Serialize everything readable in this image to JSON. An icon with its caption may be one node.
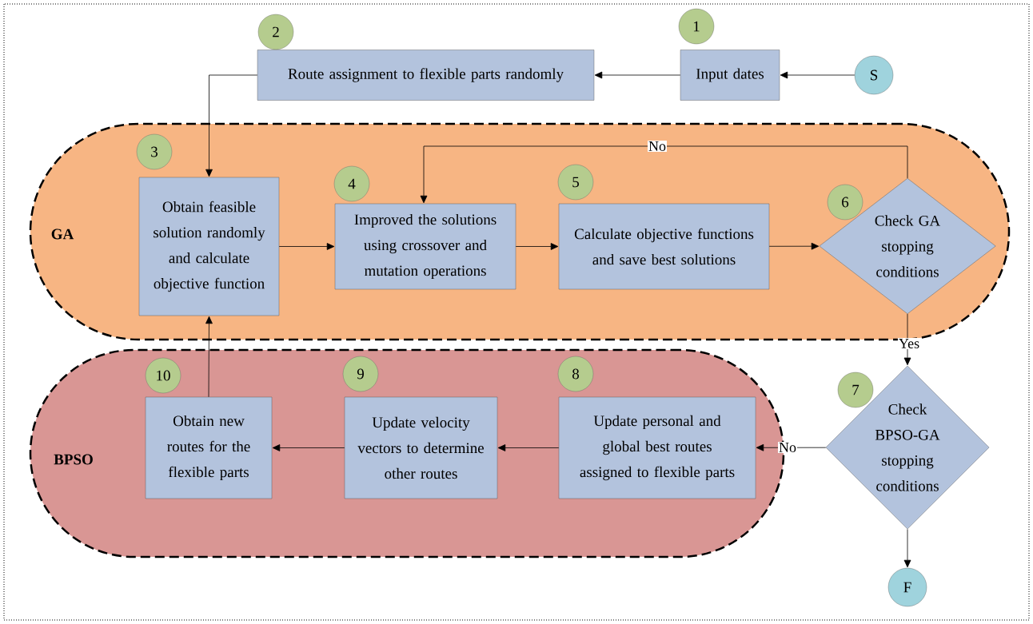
{
  "diagram": {
    "nodes": [
      {
        "text": [
          "1"
        ]
      },
      {
        "text": [
          "Input dates"
        ]
      },
      {
        "text": [
          "S"
        ]
      },
      {
        "text": [
          "2"
        ]
      },
      {
        "text": [
          "Route assignment to flexible parts randomly"
        ]
      },
      {
        "text": [
          "GA"
        ]
      },
      {
        "text": [
          "3"
        ],
        "in": 5
      },
      {
        "text": [
          "Obtain feasible solution randomly and calculate objective function"
        ],
        "in": 5
      },
      {
        "text": [
          "4"
        ],
        "in": 5
      },
      {
        "text": [
          "Improved the solutions using crossover and mutation operations"
        ],
        "in": 5
      },
      {
        "text": [
          "5"
        ],
        "in": 5
      },
      {
        "text": [
          "Calculate objective functions and save best solutions"
        ],
        "in": 5
      },
      {
        "text": [
          "6"
        ],
        "in": 5
      },
      {
        "text": [
          "Check GA stopping conditions"
        ],
        "in": 5
      },
      {
        "text": [
          "BPSO"
        ]
      },
      {
        "text": [
          "10"
        ],
        "in": 14
      },
      {
        "text": [
          "Obtain new routes for the flexible parts"
        ],
        "in": 14
      },
      {
        "text": [
          "9"
        ],
        "in": 14
      },
      {
        "text": [
          "Update velocity vectors to determine other routes"
        ],
        "in": 14
      },
      {
        "text": [
          "8"
        ],
        "in": 14
      },
      {
        "text": [
          "Update personal and global best routes assigned to flexible parts"
        ],
        "in": 14
      },
      {
        "text": [
          "7"
        ]
      },
      {
        "text": [
          "Check BPSO-GA stopping conditions"
        ]
      },
      {
        "text": [
          "F"
        ]
      }
    ],
    "edges": [
      {
        "from": 2,
        "to": 1,
        "arrow": "to"
      },
      {
        "from": 1,
        "to": 4,
        "arrow": "to"
      },
      {
        "from": 4,
        "to": 7,
        "arrow": "to"
      },
      {
        "from": 7,
        "to": 9,
        "arrow": "to"
      },
      {
        "from": 9,
        "to": 11,
        "arrow": "to"
      },
      {
        "from": 11,
        "to": 13,
        "arrow": "to"
      },
      {
        "from": 13,
        "to": 9,
        "arrow": "to",
        "label": "No"
      },
      {
        "from": 13,
        "to": 22,
        "arrow": "to",
        "label": "Yes"
      },
      {
        "from": 22,
        "to": 20,
        "arrow": "to",
        "label": "No"
      },
      {
        "from": 20,
        "to": 18,
        "arrow": "to"
      },
      {
        "from": 18,
        "to": 16,
        "arrow": "to"
      },
      {
        "from": 16,
        "to": 7,
        "arrow": "to"
      },
      {
        "from": 22,
        "to": 23,
        "arrow": "to"
      }
    ]
  }
}
